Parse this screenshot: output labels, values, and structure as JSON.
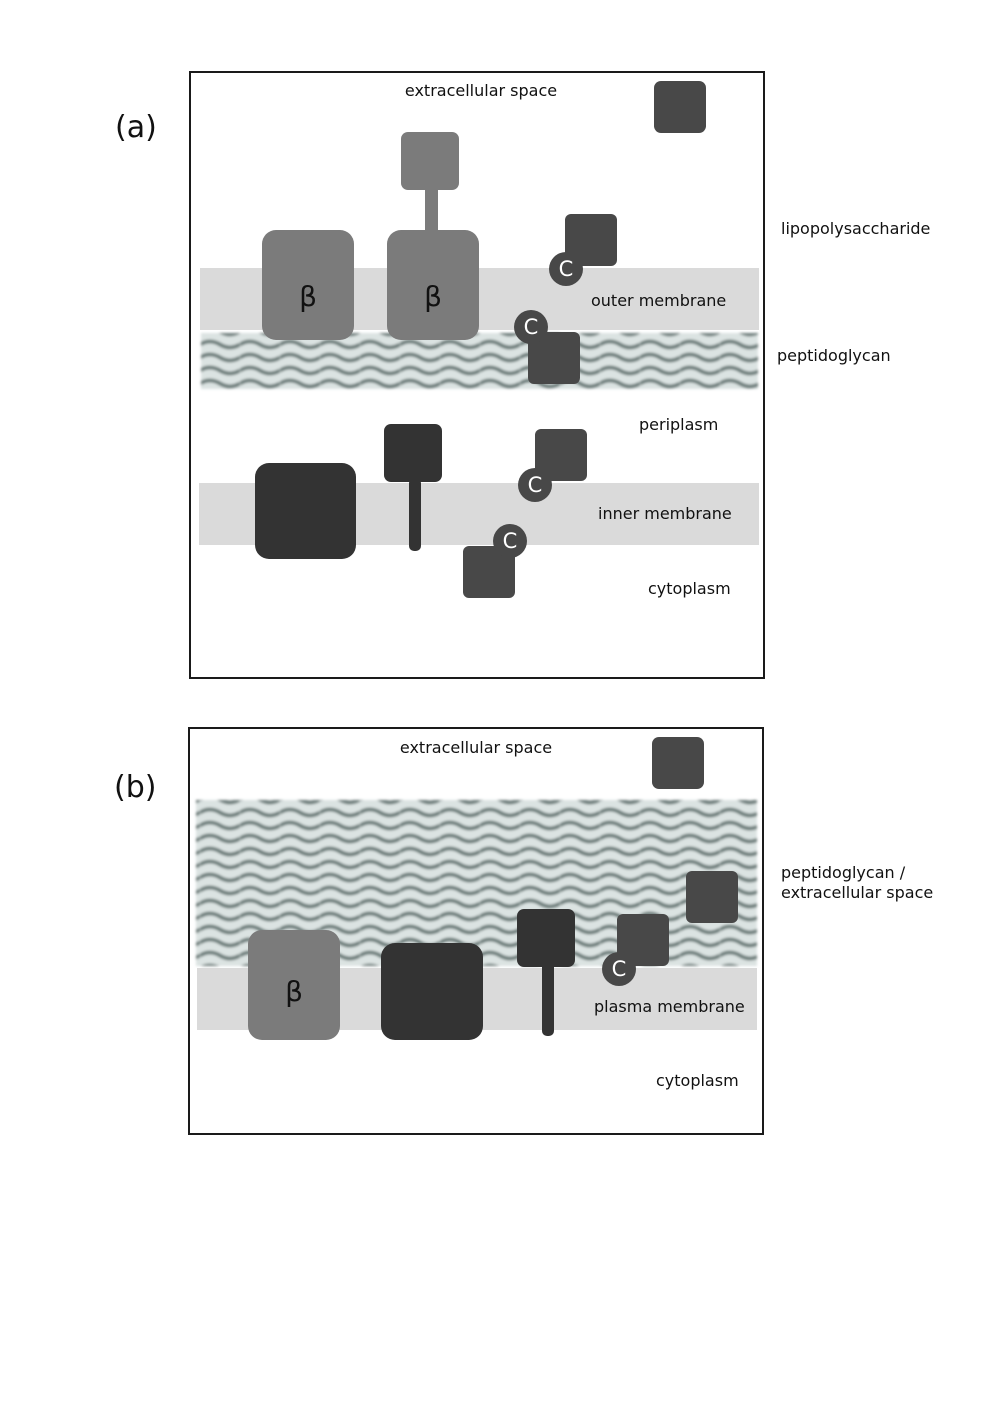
{
  "colors": {
    "membrane": "#dadada",
    "protein_light": "#7b7b7b",
    "protein_dark": "#333333",
    "protein_mid": "#484848",
    "peptidoglycan_wave": "#6f7f7d",
    "peptidoglycan_bg": "#dbe3e2",
    "frame": "#1a1a1a"
  },
  "panel_a": {
    "label": "(a)",
    "extracellular": "extracellular space",
    "lipopolysaccharide": "lipopolysaccharide",
    "outer_membrane": "outer membrane",
    "peptidoglycan": "peptidoglycan",
    "periplasm": "periplasm",
    "inner_membrane": "inner membrane",
    "cytoplasm": "cytoplasm",
    "beta": "β",
    "c": "C"
  },
  "panel_b": {
    "label": "(b)",
    "extracellular": "extracellular space",
    "peptidoglycan_line1": "peptidoglycan /",
    "peptidoglycan_line2": "extracellular space",
    "plasma_membrane": "plasma membrane",
    "cytoplasm": "cytoplasm",
    "beta": "β",
    "c": "C"
  }
}
